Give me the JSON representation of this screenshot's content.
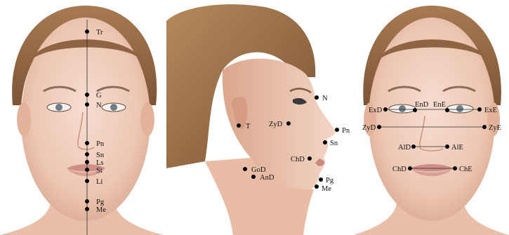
{
  "frontal": {
    "landmarks": [
      {
        "label": "Tr"
      },
      {
        "label": "G"
      },
      {
        "label": "N"
      },
      {
        "label": "Pn"
      },
      {
        "label": "Sn"
      },
      {
        "label": "Ls"
      },
      {
        "label": "St"
      },
      {
        "label": "Li"
      },
      {
        "label": "Pg"
      },
      {
        "label": "Me"
      }
    ]
  },
  "profile": {
    "landmarks": [
      {
        "label": "N"
      },
      {
        "label": "T"
      },
      {
        "label": "ZyD"
      },
      {
        "label": "Pn"
      },
      {
        "label": "Sn"
      },
      {
        "label": "ChD"
      },
      {
        "label": "GoD"
      },
      {
        "label": "AnD"
      },
      {
        "label": "Pg"
      },
      {
        "label": "Me"
      }
    ]
  },
  "frontal_bilateral": {
    "landmarks": [
      {
        "label": "ExD"
      },
      {
        "label": "EnD"
      },
      {
        "label": "EnE"
      },
      {
        "label": "ExE"
      },
      {
        "label": "ZyD"
      },
      {
        "label": "ZyE"
      },
      {
        "label": "AlD"
      },
      {
        "label": "AlE"
      },
      {
        "label": "ChD"
      },
      {
        "label": "ChE"
      }
    ]
  }
}
